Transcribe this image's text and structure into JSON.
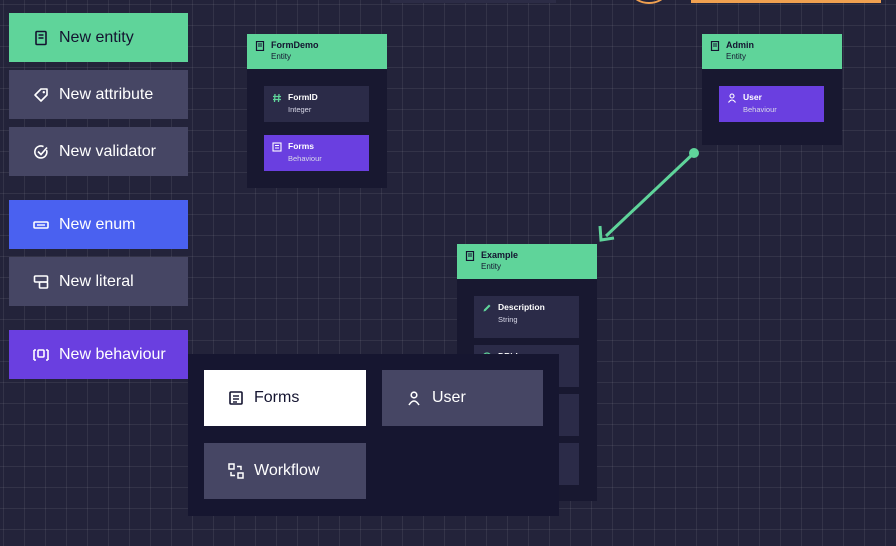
{
  "toolbar": {
    "new_entity": "New entity",
    "new_attribute": "New attribute",
    "new_validator": "New validator",
    "new_enum": "New enum",
    "new_literal": "New literal",
    "new_behaviour": "New behaviour"
  },
  "canvas": {
    "entities": [
      {
        "name": "FormDemo",
        "type": "Entity",
        "attributes": [
          {
            "name": "FormID",
            "type": "Integer",
            "icon": "hash-icon"
          },
          {
            "name": "Forms",
            "type": "Behaviour",
            "icon": "form-icon"
          }
        ]
      },
      {
        "name": "Admin",
        "type": "Entity",
        "attributes": [
          {
            "name": "User",
            "type": "Behaviour",
            "icon": "user-icon"
          }
        ]
      },
      {
        "name": "Example",
        "type": "Entity",
        "attributes": [
          {
            "name": "Description",
            "type": "String",
            "icon": "pen-icon"
          },
          {
            "name": "DBid",
            "type": "",
            "icon": "db-icon"
          },
          {
            "name": "",
            "type": "",
            "icon": ""
          },
          {
            "name": "",
            "type": "",
            "icon": ""
          }
        ]
      }
    ]
  },
  "behaviour_menu": {
    "items": [
      {
        "label": "Forms",
        "icon": "form-icon",
        "selected": true
      },
      {
        "label": "User",
        "icon": "user-icon",
        "selected": false
      },
      {
        "label": "Workflow",
        "icon": "workflow-icon",
        "selected": false
      }
    ]
  },
  "colors": {
    "entity": "#5fd49a",
    "attribute": "#464664",
    "enum": "#4a61f0",
    "behaviour": "#6a3fe0",
    "canvas": "#23233a",
    "card": "#181830",
    "connector": "#5fd49a",
    "accent_orange": "#f0a050"
  }
}
